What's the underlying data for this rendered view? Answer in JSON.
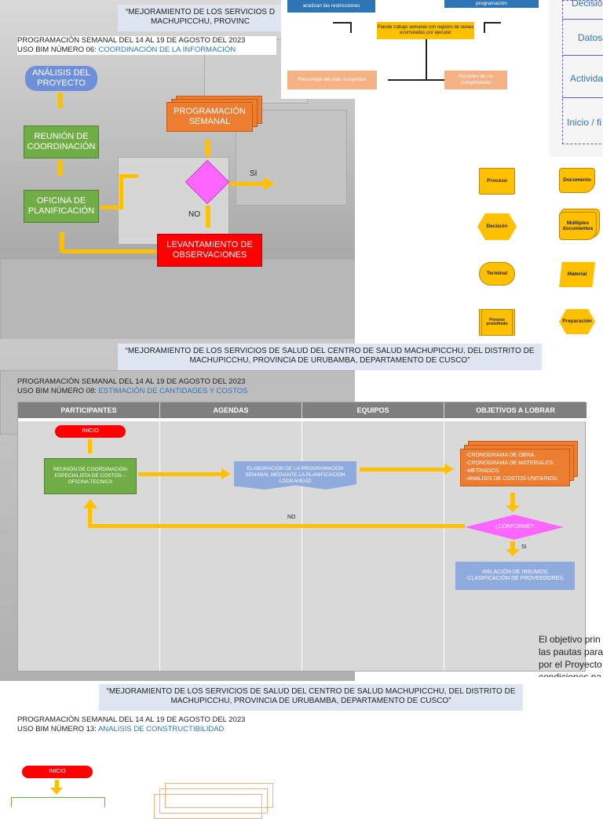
{
  "header_title_1": "“MEJORAMIENTO DE LOS SERVICIOS DE SALUD DEL CENTRO DE SALUD MACHUPICCHU, DEL DISTRITO DE MACHUPICCHU, PROVINCIA DE URUBAMBA, DEPARTAMENTO DE CUSCO”",
  "header_title_1_line1": "“MEJORAMIENTO DE LOS SERVICIOS D",
  "header_title_1_line2": "MACHUPICCHU, PROVINC",
  "section1": {
    "prog_line": "PROGRAMACIÓN SEMANAL DEL 14 AL 19 DE AGOSTO DEL 2023",
    "uso_prefix": "USO BIM NÚMERO 06: ",
    "uso_link": "COORDINACIÓN DE LA INFORMACIÓN",
    "nodes": {
      "analisis": "ANÁLISIS DEL PROYECTO",
      "reunion": "REUNIÓN DE COORDINACIÓN",
      "oficina": "OFICINA DE PLANIFICACIÓN",
      "programacion": "PROGRAMACIÓN SEMANAL",
      "levantamiento": "LEVANTAMIENTO DE OBSERVACIONES"
    },
    "labels": {
      "si": "SI",
      "no": "NO"
    }
  },
  "top_diagram": {
    "restricciones": "analizan las restricciones",
    "programacion": "programación",
    "plan": "Plande trabajo semanal con registro de tareas acumuladas por ejecutar",
    "porcentaje": "Porcentaje del plan cumpridos",
    "razones": "Razones de no cumplimiento"
  },
  "legend_right": {
    "items": [
      "Decisió",
      "Datos",
      "Activida",
      "Inicio / fi"
    ]
  },
  "symbols": [
    {
      "label": "Proceso"
    },
    {
      "label": "Documento"
    },
    {
      "label": "Decisión"
    },
    {
      "label": "Múltiples documentos"
    },
    {
      "label": "Terminal"
    },
    {
      "label": "Material"
    },
    {
      "label": "Proceso predefinido"
    },
    {
      "label": "Preparación"
    }
  ],
  "section2": {
    "title_line1": "“MEJORAMIENTO DE LOS SERVICIOS DE SALUD DEL CENTRO DE SALUD MACHUPICCHU, DEL DISTRITO DE",
    "title_line2": "MACHUPICCHU, PROVINCIA DE URUBAMBA, DEPARTAMENTO DE CUSCO”",
    "prog_line": "PROGRAMACIÓN SEMANAL DEL 14 AL 19 DE AGOSTO DEL 2023",
    "uso_prefix": "USO BIM NÚMERO 08: ",
    "uso_link": "ESTIMACIÓN DE CANTIDADES Y COSTOS",
    "columns": [
      "PARTICIPANTES",
      "AGENDAS",
      "EQUIPOS",
      "OBJETIVOS A LOBRAR"
    ],
    "inicio": "INICIO",
    "reunion": "REUNIÓN DE COORDINACIÓN ESPECIALISTA DE COSTOS – OFICINA TECNICA",
    "elaboracion": "ELABORACIÓN DE LA PROGRAMACIÓN SEMANAL MEDIANTE LA PLANIFICACIÓN LOOKAHEAD",
    "docs": [
      "-CRONOGRAMA DE OBRA.",
      "-CRONOGRAMA DE MATERIALES.",
      "-METRADOS.",
      "-ANALISIS DE COSTOS UNITARIOS."
    ],
    "conforme": "¿CONFORME?",
    "no": "NO",
    "si": "SI",
    "relacion": [
      "-RELACIÓN DE INSUMOS.",
      "-CLASIFICACIÓN DE PROVEEDORES."
    ]
  },
  "side_text": {
    "line1": "El objetivo prin",
    "line2": "las pautas para",
    "line3": "por el Proyecto",
    "line4": "condiciones pa"
  },
  "section3": {
    "title_line1": "“MEJORAMIENTO DE LOS SERVICIOS DE SALUD DEL CENTRO DE SALUD MACHUPICCHU, DEL DISTRITO DE",
    "title_line2": "MACHUPICCHU, PROVINCIA DE URUBAMBA, DEPARTAMENTO DE CUSCO”",
    "prog_line": "PROGRAMACIÓN SEMANAL DEL 14 AL 19 DE AGOSTO DEL 2023",
    "uso_prefix": "USO BIM NÚMERO 13: ",
    "uso_link": "ANALISIS DE CONSTRUCTIBILIDAD",
    "inicio": "INICIO"
  }
}
